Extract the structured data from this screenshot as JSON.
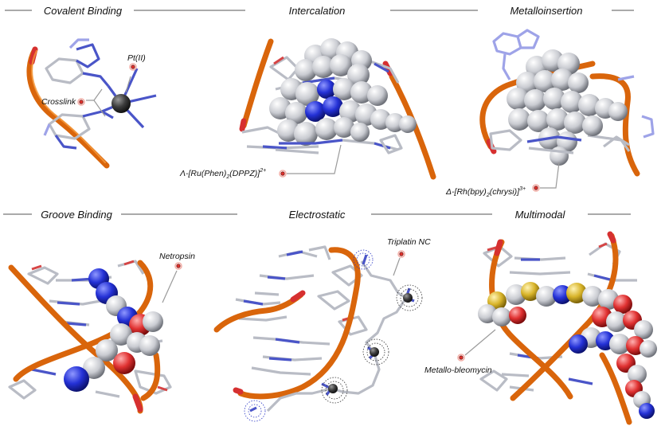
{
  "panels": [
    {
      "title": "Covalent Binding"
    },
    {
      "title": "Intercalation"
    },
    {
      "title": "Metalloinsertion"
    },
    {
      "title": "Groove Binding"
    },
    {
      "title": "Electrostatic"
    },
    {
      "title": "Multimodal"
    }
  ],
  "labels": {
    "pt": "Pt(II)",
    "crosslink": "Crosslink",
    "ru_pre": "Λ-[Ru(Phen)",
    "ru_sub1": "2",
    "ru_mid": "(DPPZ)]",
    "ru_sup": "2+",
    "rh_pre": "Δ-[Rh(bpy)",
    "rh_sub1": "2",
    "rh_mid": "(chrysi)]",
    "rh_sup": "3+",
    "netropsin": "Netropsin",
    "triplatin": "Triplatin NC",
    "bleomycin": "Metallo-bleomycin"
  },
  "colors": {
    "backbone": "#d9650b",
    "carbon": "#b9bcc5",
    "nitrogen": "#4a55c8",
    "oxygen": "#d64545",
    "sulfur": "#d8b42a",
    "metal": "#3c3c3c",
    "leader_dot": "#e0352f"
  }
}
